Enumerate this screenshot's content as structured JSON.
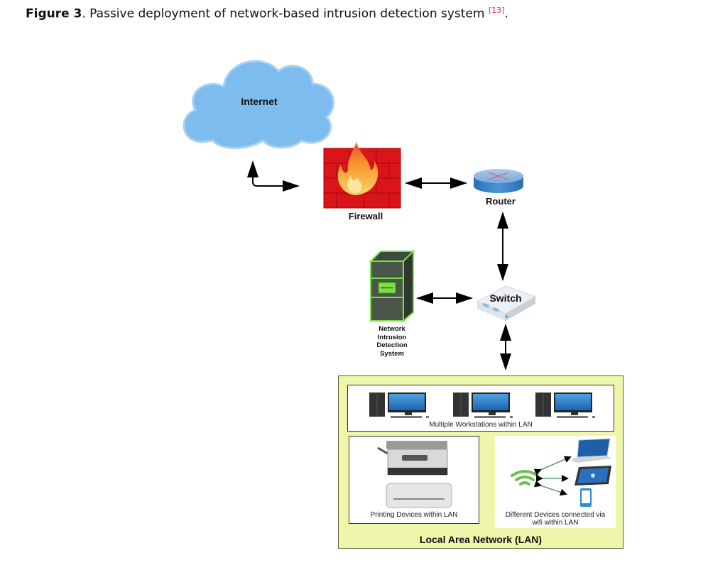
{
  "caption": {
    "prefix": "Figure 3",
    "text": ". Passive deployment of network-based intrusion detection system ",
    "ref": "[13]",
    "suffix": "."
  },
  "nodes": {
    "internet": {
      "label": "Internet",
      "icon": "cloud-icon",
      "color": "#7dbcef"
    },
    "firewall": {
      "label": "Firewall",
      "icon": "firewall-icon",
      "color": "#d9141a"
    },
    "router": {
      "label": "Router",
      "icon": "router-icon",
      "color": "#3b83c6"
    },
    "switch": {
      "label": "Switch",
      "icon": "switch-icon"
    },
    "nids": {
      "label_lines": [
        "Network",
        "Intrusion",
        "Detection",
        "System"
      ],
      "icon": "server-icon",
      "color": "#7be043"
    }
  },
  "connections": [
    {
      "from": "internet",
      "to": "firewall",
      "type": "bidirectional"
    },
    {
      "from": "firewall",
      "to": "router",
      "type": "bidirectional"
    },
    {
      "from": "router",
      "to": "switch",
      "type": "bidirectional"
    },
    {
      "from": "nids",
      "to": "switch",
      "type": "bidirectional"
    },
    {
      "from": "switch",
      "to": "lan",
      "type": "bidirectional"
    }
  ],
  "lan": {
    "title": "Local Area Network (LAN)",
    "background": "#eef6ab",
    "workstations": {
      "label": "Multiple Workstations within LAN",
      "count": 3
    },
    "printing": {
      "label": "Printing Devices within LAN"
    },
    "wifi": {
      "label_line1": "Different Devices connected via",
      "label_line2": "wifi within LAN",
      "devices": [
        "laptop",
        "tablet",
        "phone"
      ]
    }
  }
}
